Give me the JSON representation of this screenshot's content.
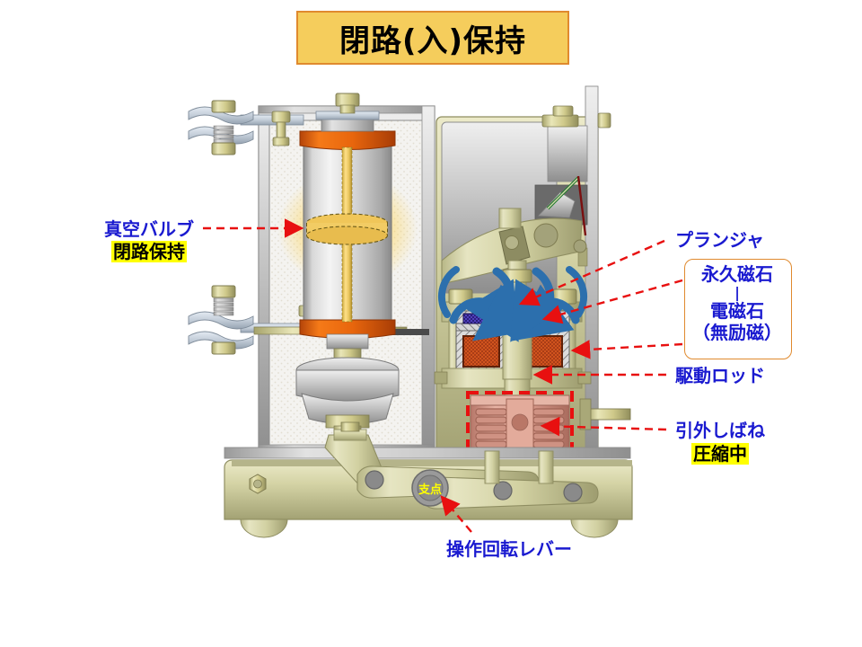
{
  "title": {
    "text": "閉路(入)保持"
  },
  "labels": {
    "vacuum_valve": {
      "line1": "真空バルブ",
      "line2": "閉路保持"
    },
    "plunger": {
      "text": "プランジャ"
    },
    "magnet_box": {
      "line1": "永久磁石",
      "connector": "|",
      "line2": "電磁石",
      "line3": "（無励磁）"
    },
    "drive_rod": {
      "text": "駆動ロッド"
    },
    "trip_spring": {
      "line1": "引外しばね",
      "line2": "圧縮中"
    },
    "operating_lever": {
      "text": "操作回転レバー"
    },
    "fulcrum": {
      "text": "支点"
    }
  },
  "colors": {
    "title_fill": "#f5cd5c",
    "title_border": "#e08a2e",
    "label_blue": "#1a1ad0",
    "label_red": "#e00000",
    "highlight_yellow": "#ffff00",
    "leader_red": "#e81010",
    "callout_border": "#e08a2e",
    "frame_khaki": "#d7d6a8",
    "frame_khaki_dark": "#a9a878",
    "housing_gray": "#c8c8c8",
    "housing_light": "#f0f0ee",
    "valve_body": "#d9d9d9",
    "valve_cap_orange": "#e8660d",
    "contact_glow": "#ffd24d",
    "flux_blue": "#2c6fad",
    "permanent_magnet": "#3a2a9a",
    "coil_copper": "#b4431e",
    "spring_salmon": "#d99b8c",
    "pivot_gray": "#8a8a8a",
    "busbar_blue_gray": "#c3cdd8",
    "bolt_brass": "#cfc98a"
  }
}
